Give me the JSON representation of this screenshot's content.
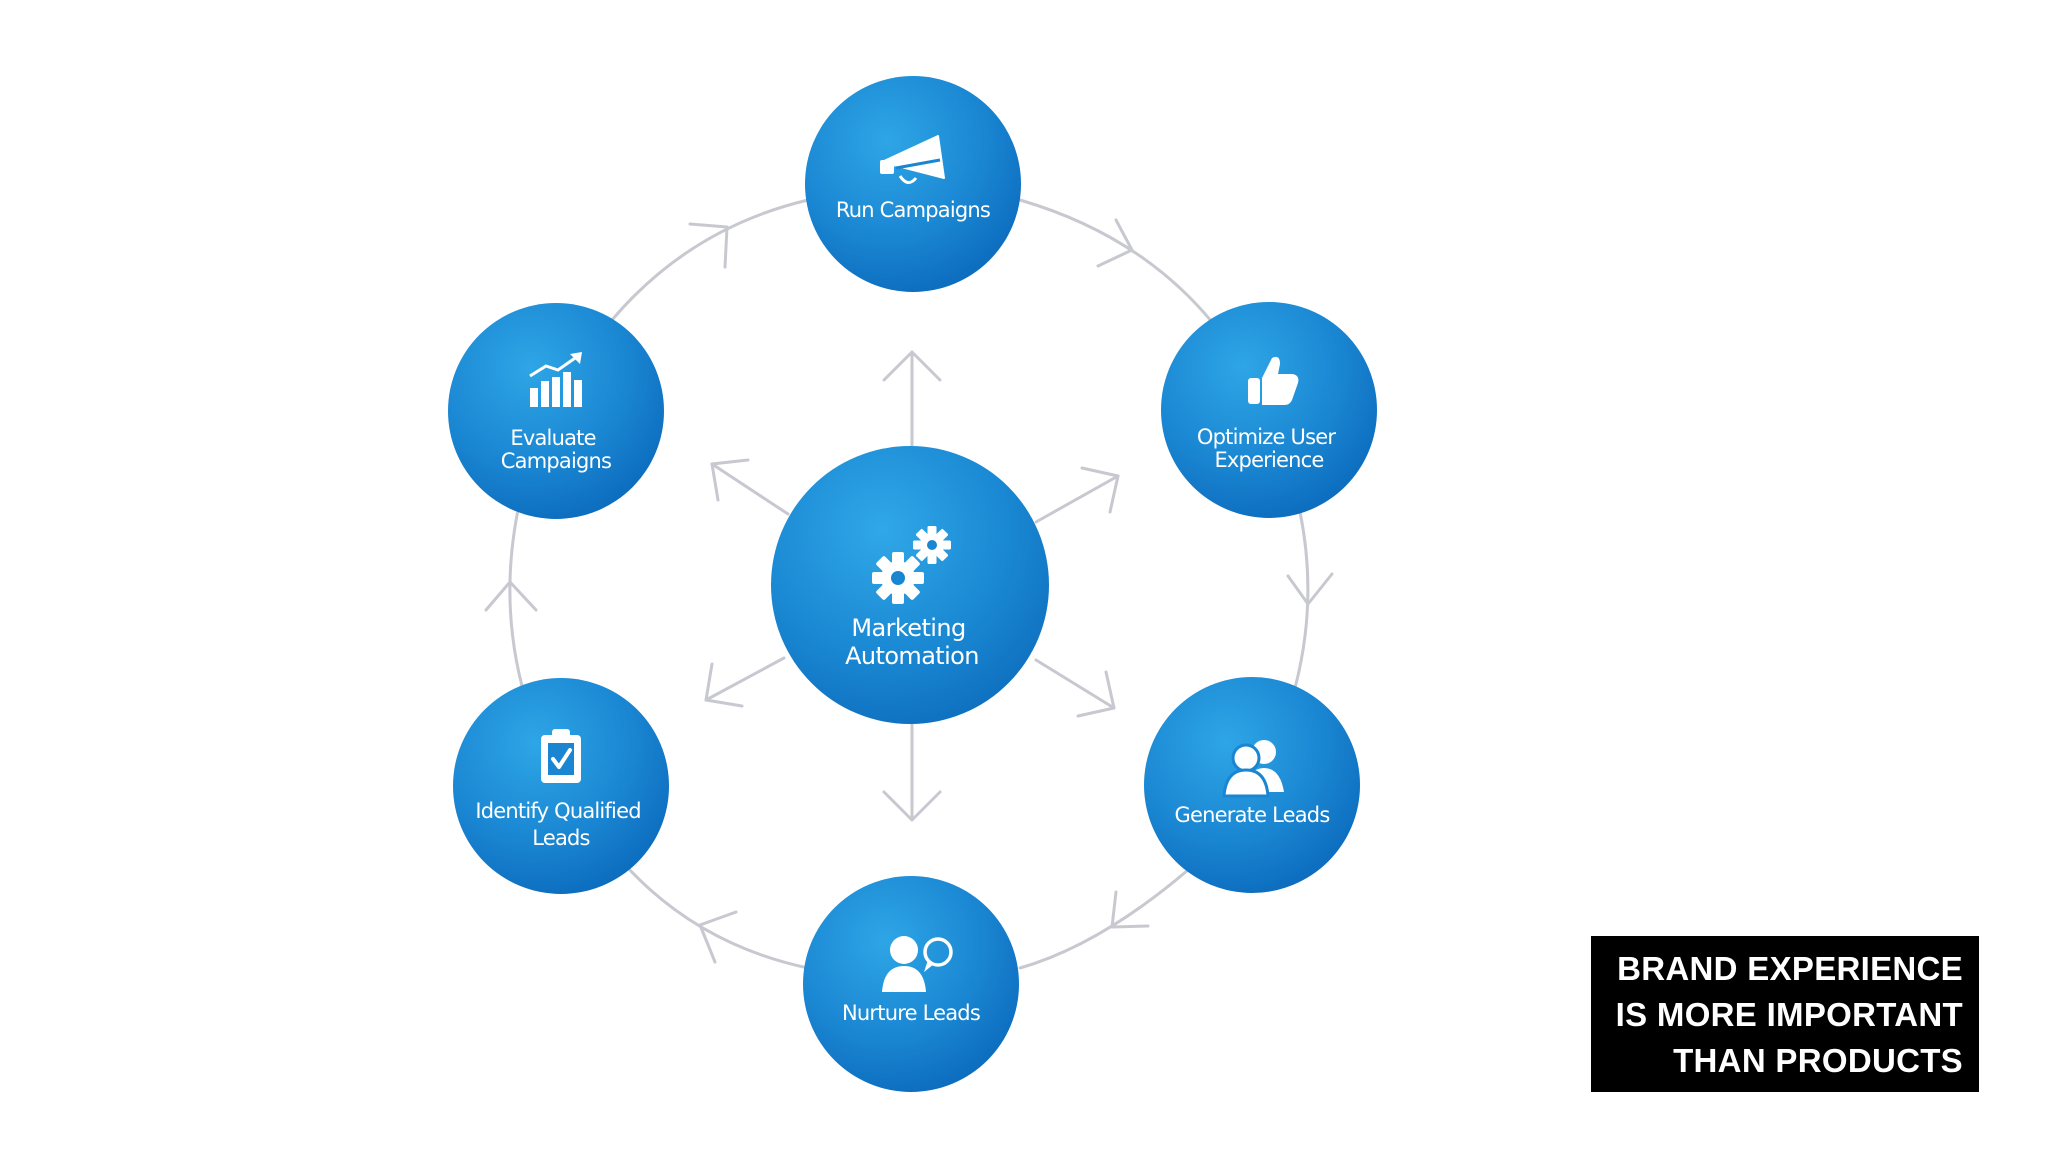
{
  "colors": {
    "node_fill_light": "#2c9fe0",
    "node_fill_dark": "#0e72c4",
    "connector": "#c8c8d0",
    "caption_bg": "#000000",
    "caption_text": "#ffffff"
  },
  "center": {
    "label_lines": [
      "Marketing",
      "Automation"
    ],
    "icon": "gears-icon"
  },
  "nodes": [
    {
      "id": "run-campaigns",
      "label_lines": [
        "Run Campaigns"
      ],
      "icon": "megaphone-icon"
    },
    {
      "id": "optimize-user-experience",
      "label_lines": [
        "Optimize User",
        "Experience"
      ],
      "icon": "thumbs-up-icon"
    },
    {
      "id": "generate-leads",
      "label_lines": [
        "Generate Leads"
      ],
      "icon": "users-icon"
    },
    {
      "id": "nurture-leads",
      "label_lines": [
        "Nurture Leads"
      ],
      "icon": "user-chat-icon"
    },
    {
      "id": "identify-qualified-leads",
      "label_lines": [
        "Identify Qualified",
        "Leads"
      ],
      "icon": "clipboard-check-icon"
    },
    {
      "id": "evaluate-campaigns",
      "label_lines": [
        "Evaluate",
        "Campaigns"
      ],
      "icon": "bar-chart-icon"
    }
  ],
  "caption": {
    "lines": [
      "BRAND EXPERIENCE",
      "IS MORE IMPORTANT",
      "THAN PRODUCTS"
    ]
  }
}
